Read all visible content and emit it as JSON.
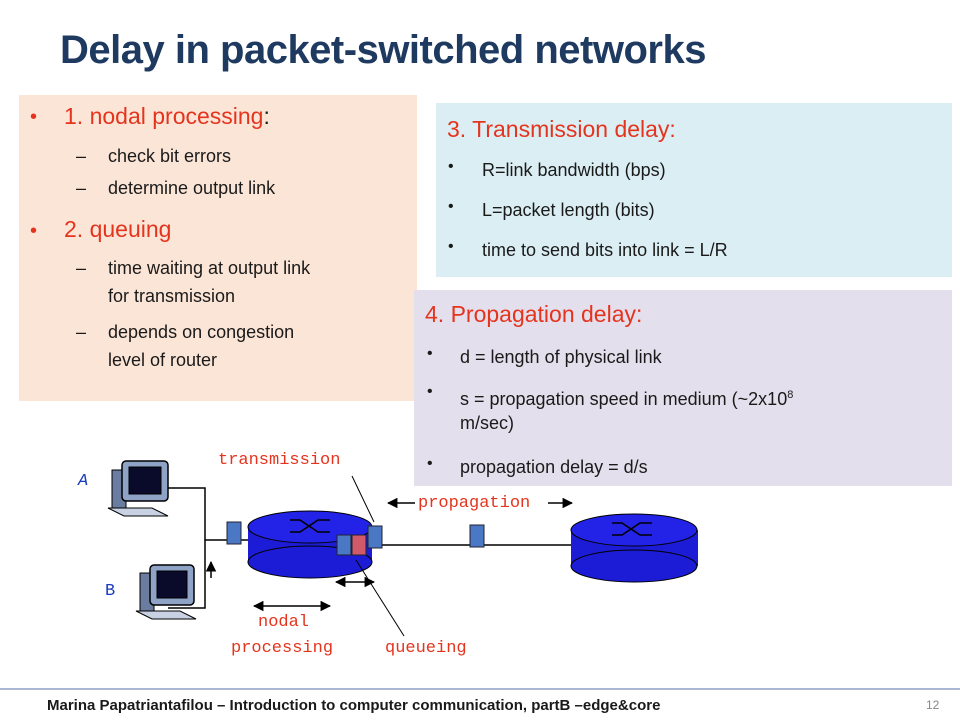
{
  "slide": {
    "title": "Delay in packet-switched networks",
    "page_number": "12",
    "footer": "Marina Papatriantafilou – Introduction to computer communication, partB –edge&core"
  },
  "left_box": {
    "item1_label": "1. nodal processing",
    "item1_colon": ":",
    "item1_subs": [
      "check bit errors",
      "determine output link"
    ],
    "item2_label": "2. queuing",
    "item2_sub1_line1": "time waiting at output link",
    "item2_sub1_line2": "for transmission",
    "item2_sub2_line1": "depends on congestion",
    "item2_sub2_line2": "level of router"
  },
  "transmission_box": {
    "header": "3. Transmission delay:",
    "items": [
      "R=link bandwidth (bps)",
      "L=packet length (bits)",
      "time to send bits into link = L/R"
    ]
  },
  "propagation_box": {
    "header": "4. Propagation delay:",
    "item1": "d = length of physical link",
    "item2_line1": "s = propagation speed in medium (~2x10",
    "item2_sup": "8",
    "item2_line2": "m/sec)",
    "item3": "propagation delay = d/s"
  },
  "diagram": {
    "host_a": "A",
    "host_b": "B",
    "label_transmission": "transmission",
    "label_propagation": "propagation",
    "label_nodal_1": "nodal",
    "label_nodal_2": "processing",
    "label_queueing": "queueing"
  },
  "colors": {
    "title": "#1f3a60",
    "accent_red": "#e5341e",
    "router_blue": "#1c1cd6",
    "packet_blue": "#4a78c4",
    "left_box_bg": "#fbe5d6",
    "trans_box_bg": "#dbeef4",
    "prop_box_bg": "#e4dfec"
  }
}
